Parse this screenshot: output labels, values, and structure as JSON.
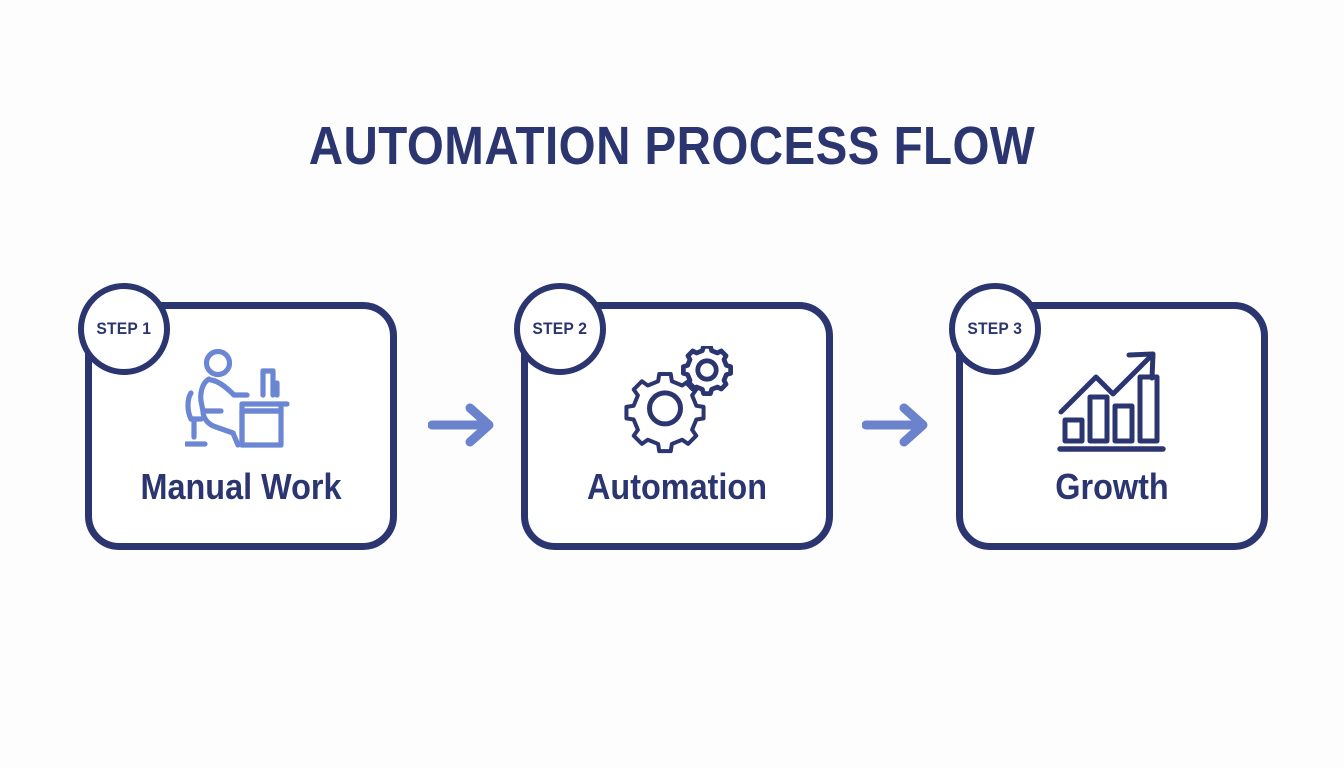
{
  "header": {
    "title": "AUTOMATION PROCESS FLOW"
  },
  "theme": {
    "background": "#fdfdfe",
    "navy": "#2b3570",
    "accent_blue": "#6b82cc",
    "card_fill": "#ffffff"
  },
  "steps": [
    {
      "badge": "STEP 1",
      "label": "Manual Work",
      "icon": "person-at-desk-icon",
      "icon_color": "#6b87d4"
    },
    {
      "badge": "STEP 2",
      "label": "Automation",
      "icon": "gears-icon",
      "icon_color": "#2b3570"
    },
    {
      "badge": "STEP 3",
      "label": "Growth",
      "icon": "bar-chart-growth-arrow-icon",
      "icon_color": "#2b3570"
    }
  ],
  "connectors": [
    {
      "name": "arrow-step1-to-step2",
      "direction": "right",
      "color": "#6b82cc"
    },
    {
      "name": "arrow-step2-to-step3",
      "direction": "right",
      "color": "#6b82cc"
    }
  ]
}
